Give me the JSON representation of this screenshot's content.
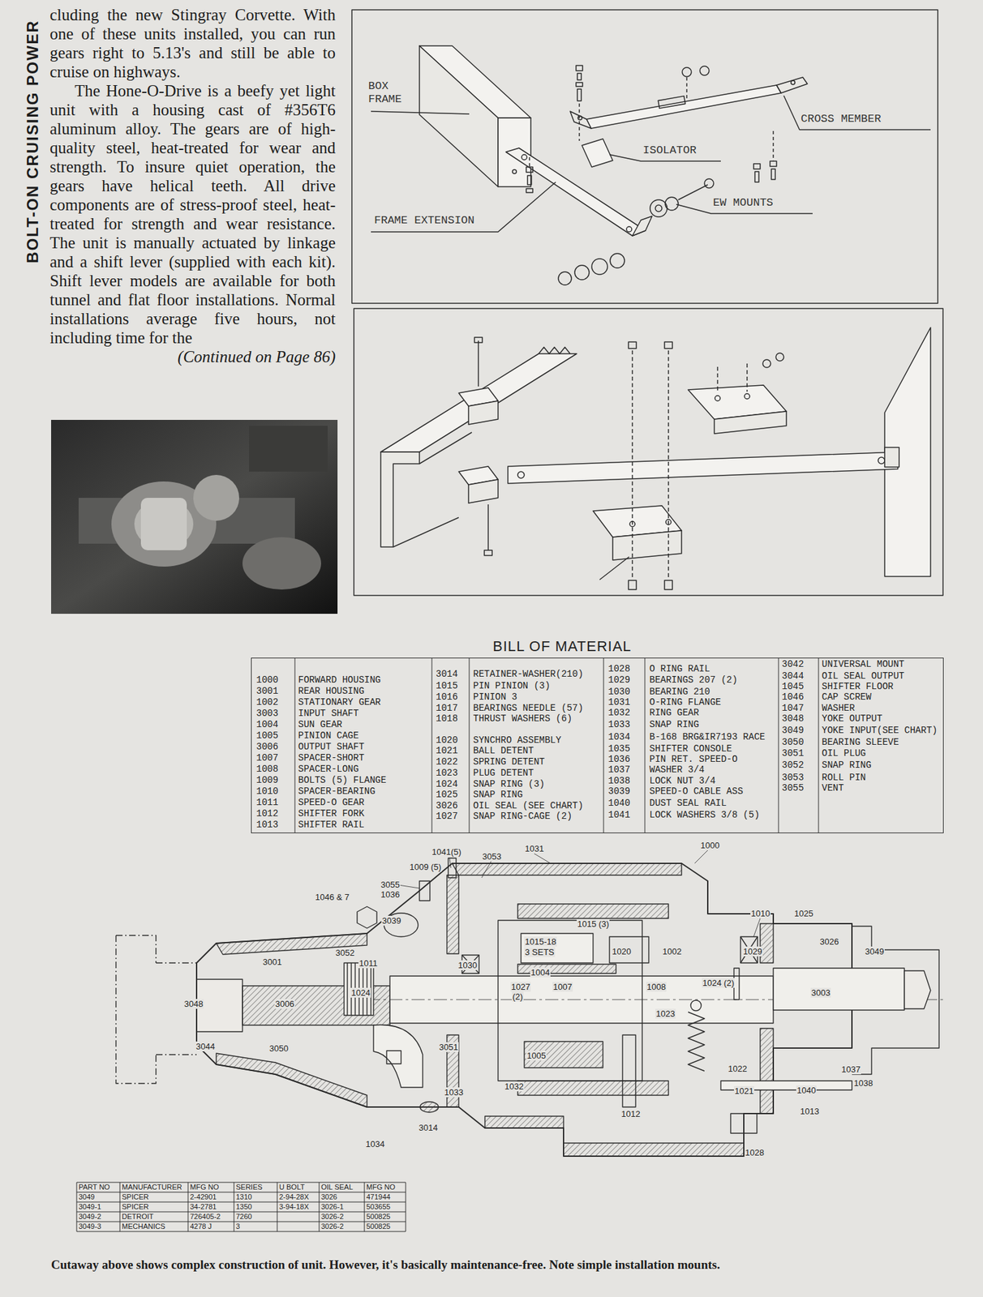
{
  "diagram": {
    "caption": "Cutaway above shows complex construction of unit. However, it's basically maintenance-free. Note simple installation mounts.",
    "nodes": [
      {
        "text": [
          "BILL OF MATERIAL"
        ]
      }
    ],
    "labels": [
      "BOLT-ON CRUISING POWER",
      "cluding the new Stingray Corvette. With one of these units installed, you can run gears right to 5.13's and still be able to cruise on highways.",
      "The Hone-O-Drive is a beefy yet light unit with a housing cast of #356T6 aluminum alloy. The gears are of high-quality steel, heat-treated for wear and strength. To insure quiet operation, the gears have helical teeth. All drive components are of stress-proof steel, heat-treated for strength and wear resistance. The unit is manually actuated by linkage and a shift lever (supplied with each kit). Shift lever models are available for both tunnel and flat floor installations. Normal installations average five hours, not including time for the",
      "(Continued on Page 86)",
      "BOX FRAME",
      "CROSS MEMBER",
      "ISOLATOR",
      "EW MOUNTS",
      "FRAME EXTENSION",
      "1000",
      "FORWARD HOUSING",
      "3001",
      "REAR HOUSING",
      "1002",
      "STATIONARY GEAR",
      "3003",
      "INPUT SHAFT",
      "1004",
      "SUN GEAR",
      "1005",
      "PINION CAGE",
      "3006",
      "OUTPUT SHAFT",
      "1007",
      "SPACER-SHORT",
      "1008",
      "SPACER-LONG",
      "1009",
      "BOLTS (5) FLANGE",
      "1010",
      "SPACER-BEARING",
      "1011",
      "SPEED-O GEAR",
      "1012",
      "SHIFTER FORK",
      "1013",
      "SHIFTER RAIL",
      "3014",
      "RETAINER-WASHER(210)",
      "1015",
      "PIN PINION (3)",
      "1016",
      "PINION 3",
      "1017",
      "BEARINGS NEEDLE (57)",
      "1018",
      "THRUST WASHERS (6)",
      "1020",
      "SYNCHRO ASSEMBLY",
      "1021",
      "BALL DETENT",
      "1022",
      "SPRING DETENT",
      "1023",
      "PLUG DETENT",
      "1024",
      "SNAP RING (3)",
      "1025",
      "SNAP RING",
      "3026",
      "OIL SEAL (SEE CHART)",
      "1027",
      "SNAP RING-CAGE (2)",
      "1028",
      "O RING RAIL",
      "1029",
      "BEARINGS 207 (2)",
      "1030",
      "BEARING 210",
      "1031",
      "O-RING FLANGE",
      "1032",
      "RING GEAR",
      "1033",
      "SNAP RING",
      "1034",
      "B-168 BRG&IR7193 RACE",
      "1035",
      "SHIFTER CONSOLE",
      "1036",
      "PIN RET. SPEED-O",
      "1037",
      "WASHER 3/4",
      "1038",
      "LOCK NUT 3/4",
      "3039",
      "SPEED-O CABLE ASS",
      "1040",
      "DUST SEAL RAIL",
      "1041",
      "LOCK WASHERS 3/8 (5)",
      "3042",
      "UNIVERSAL MOUNT",
      "3044",
      "OIL SEAL OUTPUT",
      "1045",
      "SHIFTER FLOOR",
      "1046",
      "CAP SCREW",
      "1047",
      "WASHER",
      "3048",
      "YOKE OUTPUT",
      "3049",
      "YOKE INPUT(SEE CHART)",
      "3050",
      "BEARING SLEEVE",
      "3051",
      "OIL PLUG",
      "3052",
      "SNAP RING",
      "3053",
      "ROLL PIN",
      "3055",
      "VENT",
      "1041(5)",
      "3053",
      "1031",
      "1000",
      "1009 (5)",
      "3055",
      "1036",
      "1046 & 7",
      "3039",
      "1015 (3)",
      "1010",
      "1025",
      "3026",
      "1015-18",
      "3 SETS",
      "1020",
      "1002",
      "1029",
      "3049",
      "3052",
      "1011",
      "3001",
      "1030",
      "1004",
      "1024 (2)",
      "1007",
      "1008",
      "1027",
      "(2)",
      "1024",
      "3003",
      "3048",
      "3006",
      "1023",
      "3044",
      "3050",
      "3051",
      "1005",
      "1022",
      "1037",
      "1038",
      "1032",
      "1021",
      "1040",
      "1033",
      "1013",
      "1012",
      "3014",
      "1034",
      "1028",
      "PART NO",
      "MANUFACTURER",
      "MFG NO",
      "SERIES",
      "U BOLT",
      "OIL SEAL",
      "MFG NO",
      "3049",
      "SPICER",
      "2-42901",
      "1310",
      "2-94-28X",
      "3026",
      "471944",
      "3049-1",
      "SPICER",
      "34-2781",
      "1350",
      "3-94-18X",
      "3026-1",
      "503655",
      "3049-2",
      "DETROIT",
      "726405-2",
      "7260",
      "3026-2",
      "500825",
      "3049-3",
      "MECHANICS",
      "4278 J",
      "3",
      "3026-2",
      "500825"
    ]
  }
}
